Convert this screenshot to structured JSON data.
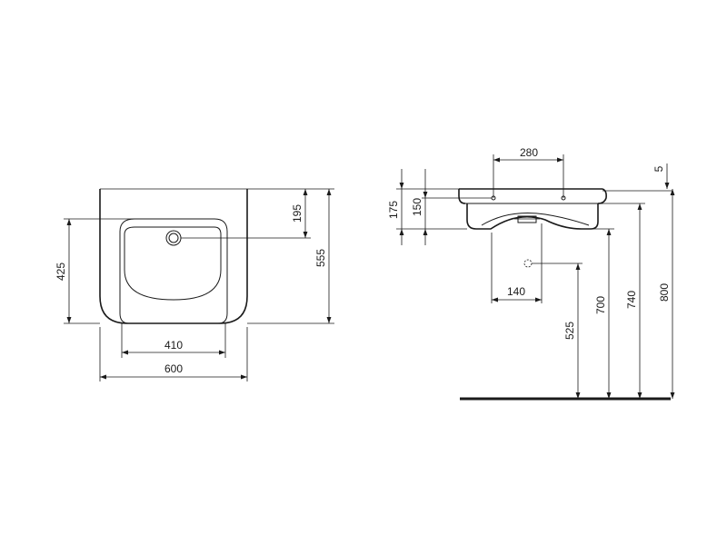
{
  "dimensions": {
    "front_width_outer": "600",
    "front_width_inner": "410",
    "front_depth": "425",
    "overall_height": "555",
    "tap_hole_offset": "195",
    "bracket_spacing": "280",
    "waste_offset": "140",
    "rim_thickness": "5",
    "bowl_depth": "175",
    "bracket_height": "150",
    "waste_height": "525",
    "rim_height_low": "700",
    "rim_height_mid": "740",
    "rim_height_top": "800"
  },
  "colors": {
    "line": "#1a1a1a",
    "background": "#ffffff"
  }
}
